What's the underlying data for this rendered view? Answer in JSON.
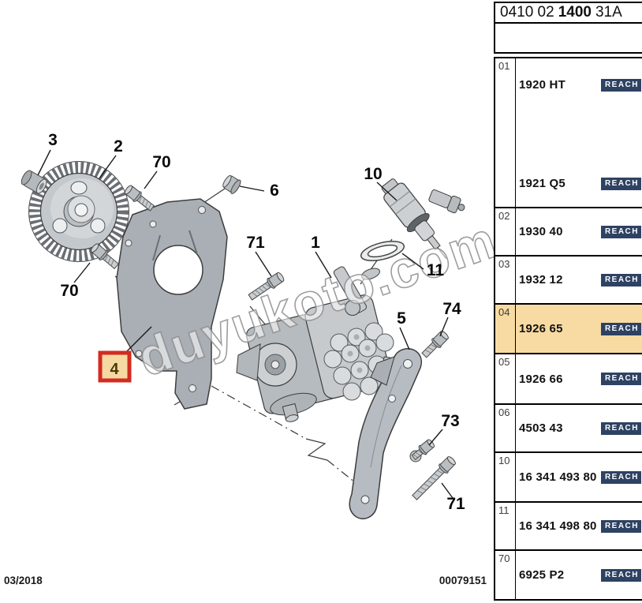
{
  "header": {
    "code_prefix": "0410 02",
    "code_main": "1400",
    "code_suffix": "31A"
  },
  "badge": {
    "label": "REACH"
  },
  "watermark": {
    "text": "duyukoto.com"
  },
  "footer": {
    "date": "03/2018",
    "doc_number": "00079151"
  },
  "colors": {
    "row_highlight": "#f8dba2",
    "reach_badge_bg": "#2e4263",
    "callout_highlight_border": "#d32b20",
    "callout_highlight_fill": "#f6d9a2"
  },
  "parts_table": {
    "rows": [
      {
        "ref": "01",
        "highlighted": false,
        "parts": [
          "1920 HT",
          "1921 Q5"
        ]
      },
      {
        "ref": "02",
        "highlighted": false,
        "parts": [
          "1930 40"
        ]
      },
      {
        "ref": "03",
        "highlighted": false,
        "parts": [
          "1932 12"
        ]
      },
      {
        "ref": "04",
        "highlighted": true,
        "parts": [
          "1926 65"
        ]
      },
      {
        "ref": "05",
        "highlighted": false,
        "parts": [
          "1926 66"
        ]
      },
      {
        "ref": "06",
        "highlighted": false,
        "parts": [
          "4503 43"
        ]
      },
      {
        "ref": "10",
        "highlighted": false,
        "parts": [
          "16 341 493 80"
        ]
      },
      {
        "ref": "11",
        "highlighted": false,
        "parts": [
          "16 341 498 80"
        ]
      },
      {
        "ref": "70",
        "highlighted": false,
        "parts": [
          "6925 P2"
        ]
      }
    ]
  },
  "diagram": {
    "callouts": {
      "c3": "3",
      "c2": "2",
      "c70a": "70",
      "c6": "6",
      "c10": "10",
      "c71a": "71",
      "c1": "1",
      "c11": "11",
      "c70b": "70",
      "c74": "74",
      "c4": "4",
      "c5": "5",
      "c73": "73",
      "c71b": "71"
    }
  }
}
